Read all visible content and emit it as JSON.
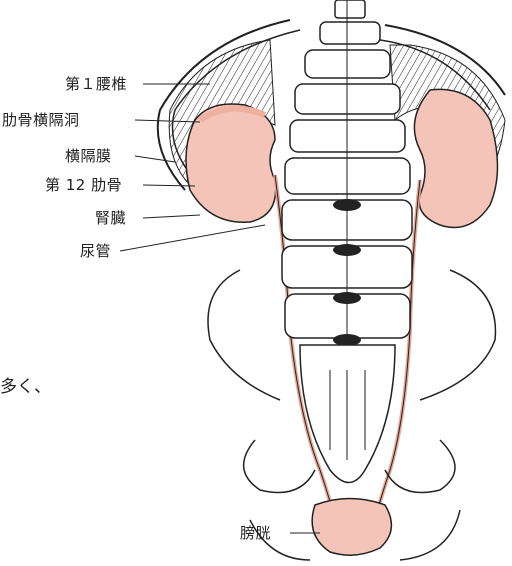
{
  "labels": {
    "lumbar1": "第１腰椎",
    "costodiaphragmatic_recess": "肋骨横隔洞",
    "diaphragm": "横隔膜",
    "rib12": "第 12 肋骨",
    "kidney": "腎臓",
    "ureter": "尿管",
    "bladder": "膀胱"
  },
  "cut_off_text": "多く、",
  "colors": {
    "organ_fill": "#f4c4b8",
    "line": "#222222",
    "background": "#ffffff"
  }
}
